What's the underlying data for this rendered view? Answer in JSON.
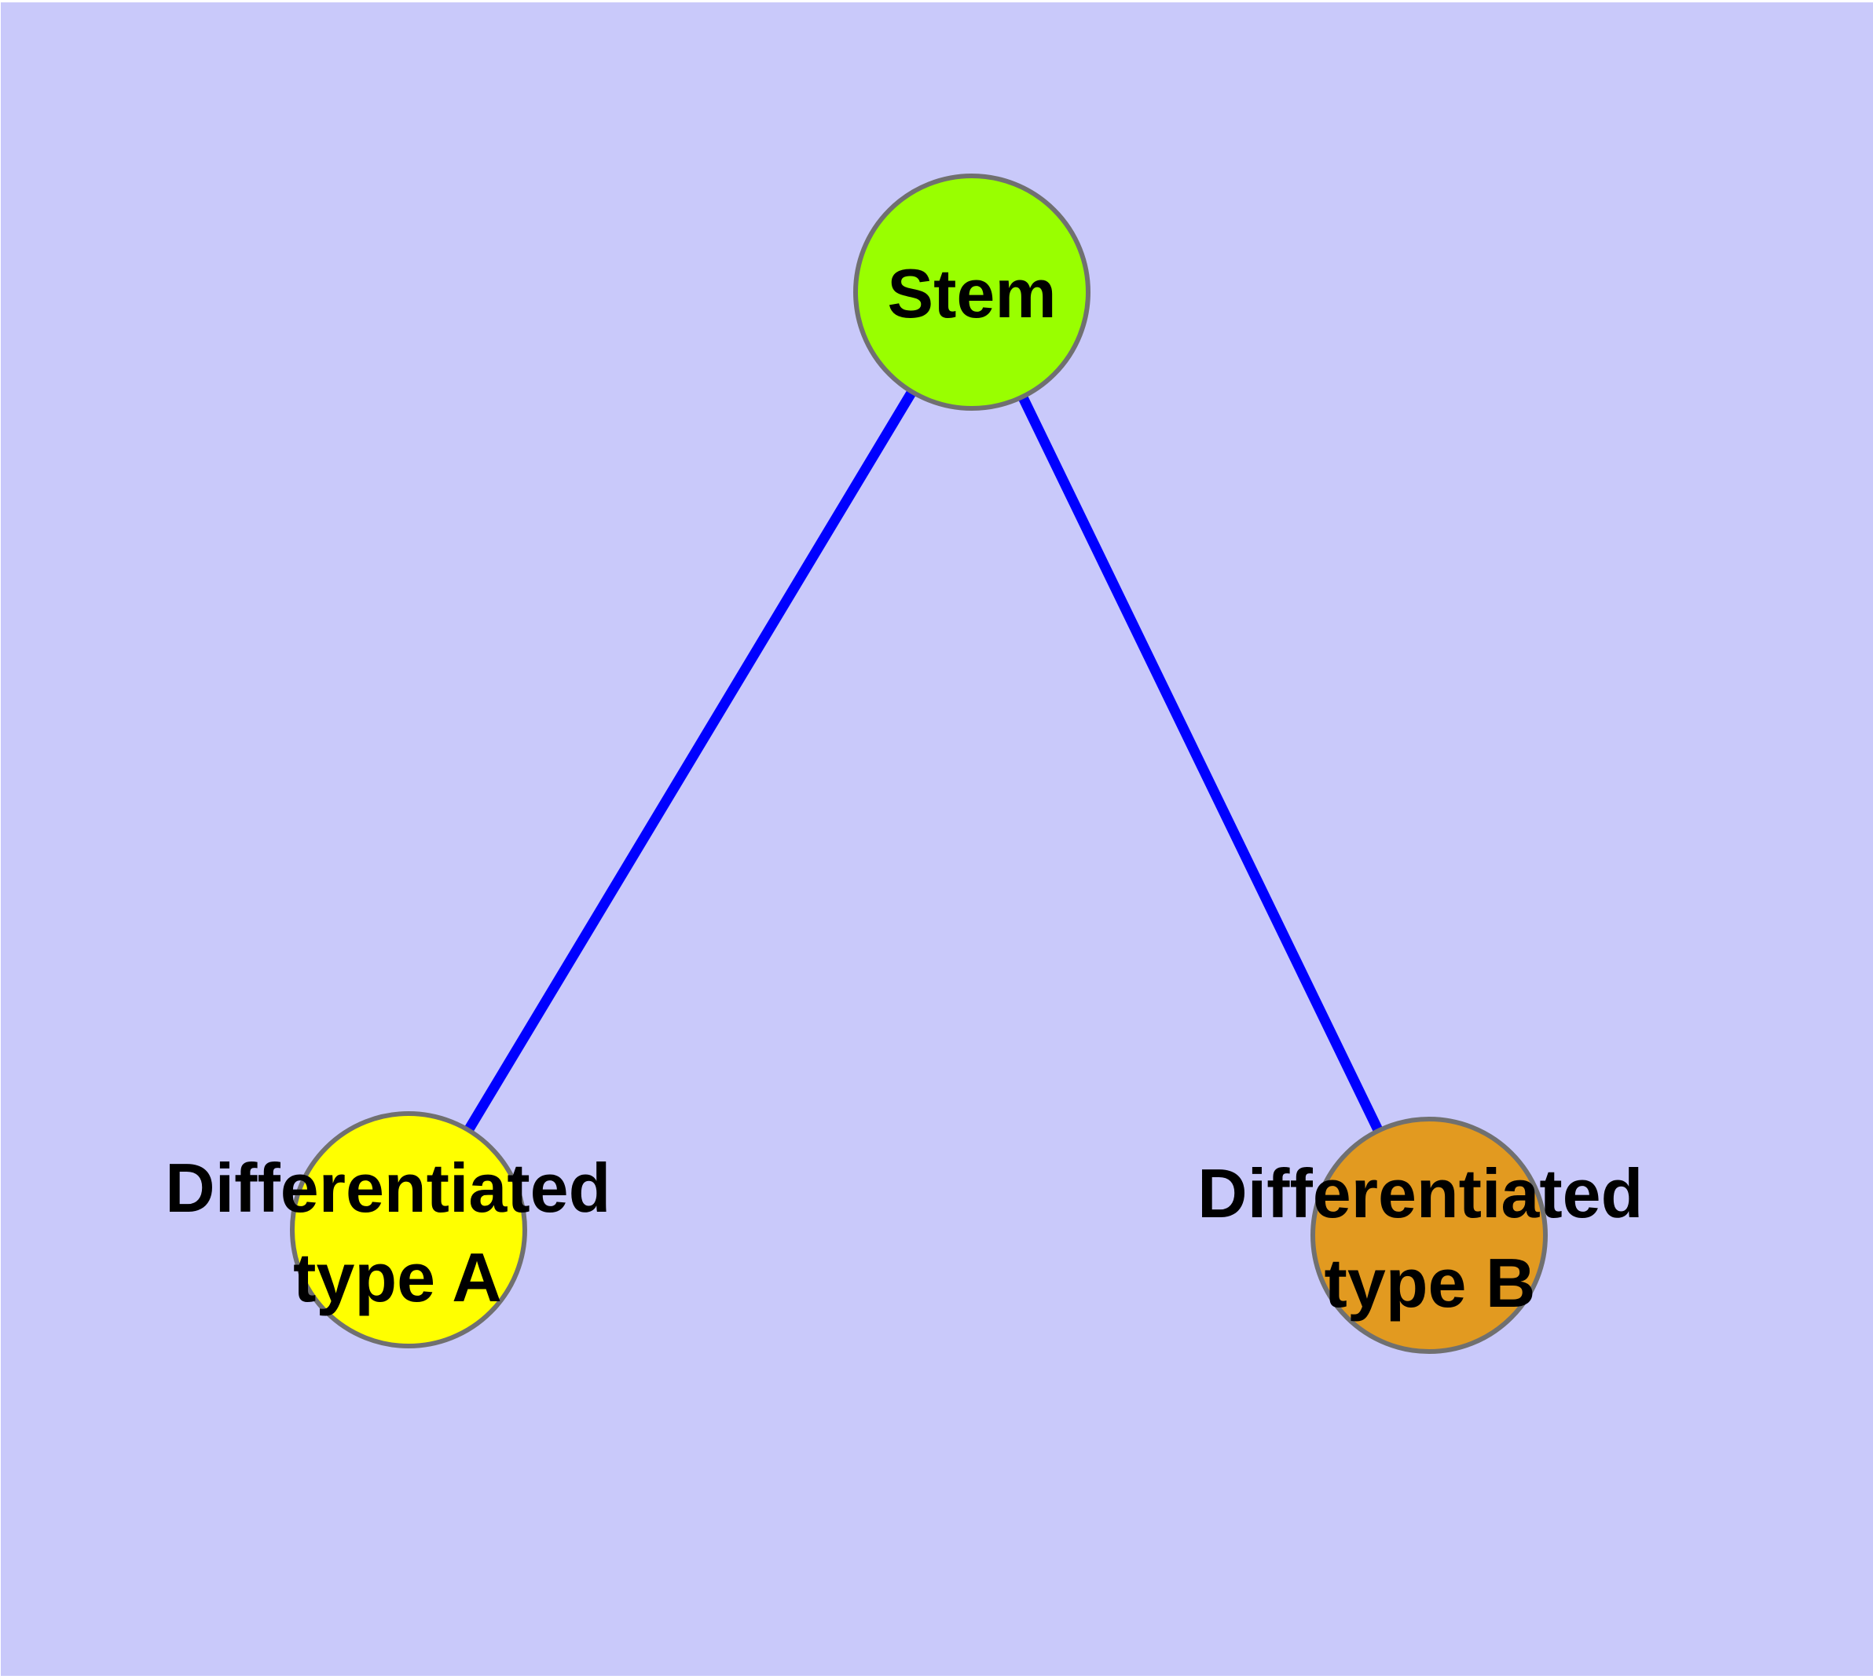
{
  "diagram": {
    "background_color": "#c9c9fa",
    "edge_color": "#0000ff",
    "node_border_color": "#707070",
    "text_color": "#000000",
    "nodes": [
      {
        "id": "stem",
        "label": "Stem",
        "color": "#99ff00"
      },
      {
        "id": "differentiated-type-a",
        "label": "Differentiated type A",
        "label_line1": "Differentiated",
        "label_line2": "type A",
        "color": "#ffff00"
      },
      {
        "id": "differentiated-type-b",
        "label": "Differentiated type B",
        "label_line1": "Differentiated",
        "label_line2": "type B",
        "color": "#e29a20"
      }
    ],
    "edges": [
      {
        "from": "Stem",
        "to": "Differentiated type A"
      },
      {
        "from": "Stem",
        "to": "Differentiated type B"
      }
    ]
  }
}
